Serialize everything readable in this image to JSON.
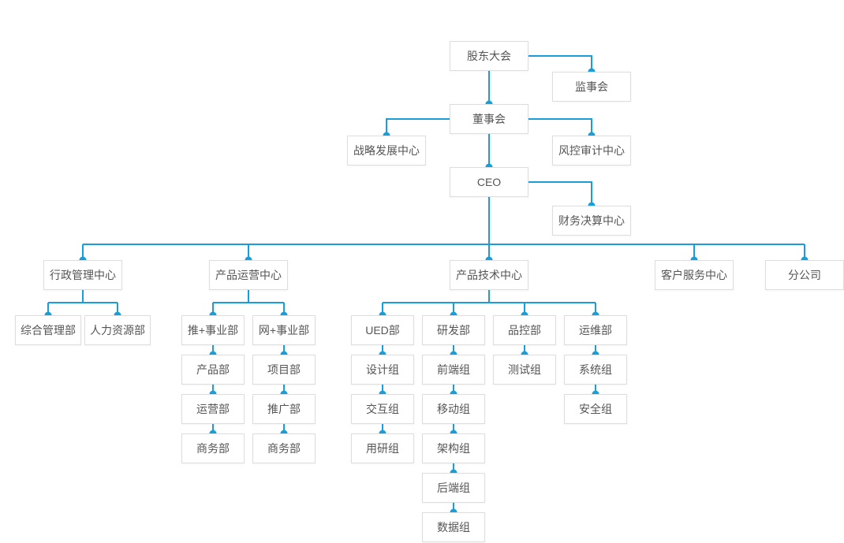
{
  "chart": {
    "type": "org-chart",
    "colors": {
      "accent": "#199ed8",
      "box_border": "#dddddd",
      "box_bg": "#ffffff",
      "text": "#555555"
    }
  },
  "nodes": [
    {
      "id": "shareholders-meeting",
      "label": "股东大会",
      "parent": null
    },
    {
      "id": "supervisory-board",
      "label": "监事会",
      "parent": "shareholders-meeting"
    },
    {
      "id": "board-of-directors",
      "label": "董事会",
      "parent": "shareholders-meeting"
    },
    {
      "id": "strategy-center",
      "label": "战略发展中心",
      "parent": "board-of-directors"
    },
    {
      "id": "risk-audit-center",
      "label": "风控审计中心",
      "parent": "board-of-directors"
    },
    {
      "id": "ceo",
      "label": "CEO",
      "parent": "board-of-directors"
    },
    {
      "id": "finance-center",
      "label": "财务决算中心",
      "parent": "ceo"
    },
    {
      "id": "admin-center",
      "label": "行政管理中心",
      "parent": "ceo"
    },
    {
      "id": "product-ops-center",
      "label": "产品运营中心",
      "parent": "ceo"
    },
    {
      "id": "product-tech-center",
      "label": "产品技术中心",
      "parent": "ceo"
    },
    {
      "id": "customer-service-center",
      "label": "客户服务中心",
      "parent": "ceo"
    },
    {
      "id": "branch-company",
      "label": "分公司",
      "parent": "ceo"
    },
    {
      "id": "general-management-dept",
      "label": "综合管理部",
      "parent": "admin-center"
    },
    {
      "id": "hr-dept",
      "label": "人力资源部",
      "parent": "admin-center"
    },
    {
      "id": "tui-business-unit",
      "label": "推+事业部",
      "parent": "product-ops-center"
    },
    {
      "id": "wang-business-unit",
      "label": "网+事业部",
      "parent": "product-ops-center"
    },
    {
      "id": "product-dept",
      "label": "产品部",
      "parent": "tui-business-unit"
    },
    {
      "id": "operations-dept",
      "label": "运营部",
      "parent": "product-dept"
    },
    {
      "id": "business-dept-tui",
      "label": "商务部",
      "parent": "operations-dept"
    },
    {
      "id": "project-dept",
      "label": "项目部",
      "parent": "wang-business-unit"
    },
    {
      "id": "promotion-dept",
      "label": "推广部",
      "parent": "project-dept"
    },
    {
      "id": "business-dept-wang",
      "label": "商务部",
      "parent": "promotion-dept"
    },
    {
      "id": "ued-dept",
      "label": "UED部",
      "parent": "product-tech-center"
    },
    {
      "id": "design-team",
      "label": "设计组",
      "parent": "ued-dept"
    },
    {
      "id": "interaction-team",
      "label": "交互组",
      "parent": "design-team"
    },
    {
      "id": "user-research-team",
      "label": "用研组",
      "parent": "interaction-team"
    },
    {
      "id": "rd-dept",
      "label": "研发部",
      "parent": "product-tech-center"
    },
    {
      "id": "frontend-team",
      "label": "前端组",
      "parent": "rd-dept"
    },
    {
      "id": "mobile-team",
      "label": "移动组",
      "parent": "frontend-team"
    },
    {
      "id": "architecture-team",
      "label": "架构组",
      "parent": "mobile-team"
    },
    {
      "id": "backend-team",
      "label": "后端组",
      "parent": "architecture-team"
    },
    {
      "id": "data-team",
      "label": "数据组",
      "parent": "backend-team"
    },
    {
      "id": "qc-dept",
      "label": "品控部",
      "parent": "product-tech-center"
    },
    {
      "id": "testing-team",
      "label": "测试组",
      "parent": "qc-dept"
    },
    {
      "id": "ops-maintenance-dept",
      "label": "运维部",
      "parent": "product-tech-center"
    },
    {
      "id": "system-team",
      "label": "系统组",
      "parent": "ops-maintenance-dept"
    },
    {
      "id": "security-team",
      "label": "安全组",
      "parent": "system-team"
    }
  ]
}
